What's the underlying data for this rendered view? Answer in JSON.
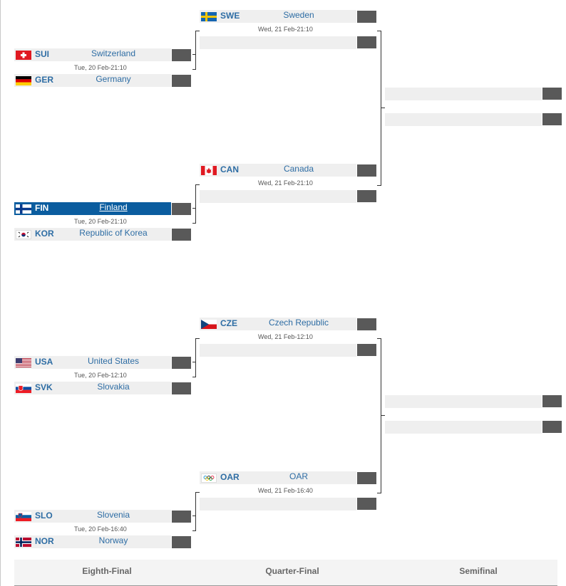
{
  "eighth_final": {
    "m1": {
      "team1": {
        "code": "SUI",
        "name": "Switzerland"
      },
      "team2": {
        "code": "GER",
        "name": "Germany"
      },
      "date": "Tue, 20 Feb-21:10"
    },
    "m2": {
      "team1": {
        "code": "FIN",
        "name": "Finland"
      },
      "team2": {
        "code": "KOR",
        "name": "Republic of Korea"
      },
      "date": "Tue, 20 Feb-21:10"
    },
    "m3": {
      "team1": {
        "code": "USA",
        "name": "United States"
      },
      "team2": {
        "code": "SVK",
        "name": "Slovakia"
      },
      "date": "Tue, 20 Feb-12:10"
    },
    "m4": {
      "team1": {
        "code": "SLO",
        "name": "Slovenia"
      },
      "team2": {
        "code": "NOR",
        "name": "Norway"
      },
      "date": "Tue, 20 Feb-16:40"
    }
  },
  "quarter_final": {
    "q1": {
      "team1": {
        "code": "SWE",
        "name": "Sweden"
      },
      "date": "Wed, 21 Feb-21:10"
    },
    "q2": {
      "team1": {
        "code": "CAN",
        "name": "Canada"
      },
      "date": "Wed, 21 Feb-21:10"
    },
    "q3": {
      "team1": {
        "code": "CZE",
        "name": "Czech Republic"
      },
      "date": "Wed, 21 Feb-12:10"
    },
    "q4": {
      "team1": {
        "code": "OAR",
        "name": "OAR"
      },
      "date": "Wed, 21 Feb-16:40"
    }
  },
  "footer": {
    "col1": "Eighth-Final",
    "col2": "Quarter-Final",
    "col3": "Semifinal"
  },
  "colors": {
    "link": "#2e6da4",
    "highlight": "#0b5d9f",
    "score_box": "#595959",
    "row_bg": "#efefef"
  }
}
